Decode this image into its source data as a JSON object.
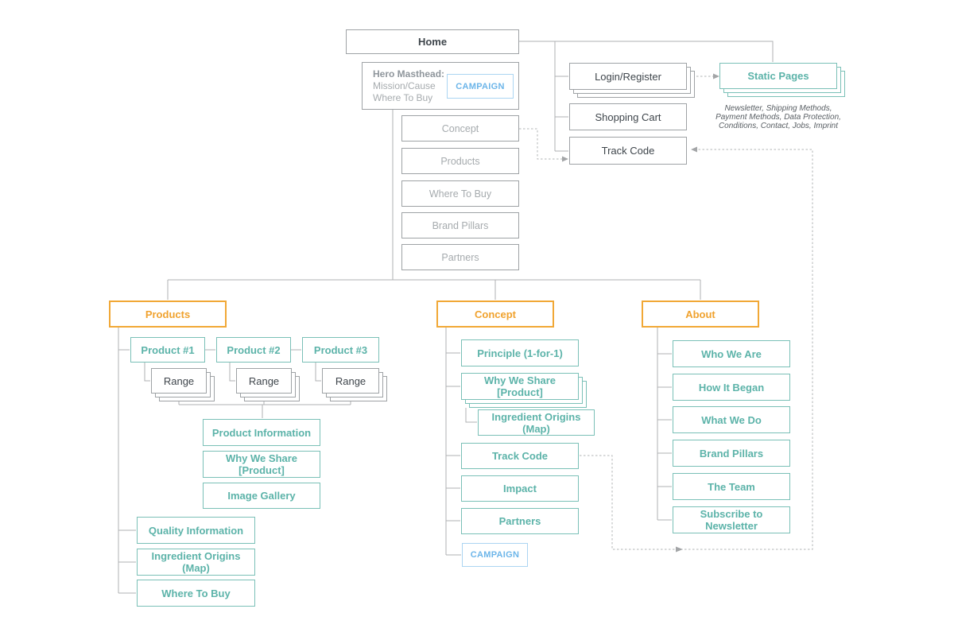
{
  "colors": {
    "accent_orange": "#F1A836",
    "accent_teal": "#5CB3A9",
    "accent_blue": "#6CB5E9",
    "box_border_gray": "#9EA2A5",
    "text_dark": "#3E454B",
    "text_gray": "#A6ABAE",
    "connector_gray": "#AFB1B3"
  },
  "home": {
    "label": "Home"
  },
  "hero_masthead": {
    "title": "Hero Masthead:",
    "line1": "Mission/Cause",
    "line2": "Where To Buy",
    "campaign_label": "CAMPAIGN"
  },
  "nav": {
    "items": [
      "Concept",
      "Products",
      "Where To Buy",
      "Brand Pillars",
      "Partners"
    ]
  },
  "utility": {
    "login": "Login/Register",
    "shopping_cart": "Shopping Cart",
    "track_code": "Track Code"
  },
  "static_pages": {
    "label": "Static Pages",
    "caption_lines": [
      "Newsletter, Shipping Methods,",
      "Payment Methods, Data Protection,",
      "Conditions, Contact, Jobs, Imprint"
    ]
  },
  "products_section": {
    "title": "Products",
    "product_1": "Product #1",
    "product_2": "Product #2",
    "product_3": "Product #3",
    "range_label": "Range",
    "product_detail_pages": [
      "Product Information",
      "Why We Share [Product]",
      "Image Gallery"
    ],
    "section_pages": [
      "Quality Information",
      "Ingredient Origins (Map)",
      "Where To Buy"
    ]
  },
  "concept_section": {
    "title": "Concept",
    "pages": [
      "Principle (1-for-1)",
      "Why We Share [Product]",
      "Ingredient Origins (Map)",
      "Track Code",
      "Impact",
      "Partners"
    ],
    "campaign_label": "CAMPAIGN"
  },
  "about_section": {
    "title": "About",
    "pages": [
      "Who We Are",
      "How It Began",
      "What We Do",
      "Brand Pillars",
      "The Team",
      "Subscribe to Newsletter"
    ]
  }
}
